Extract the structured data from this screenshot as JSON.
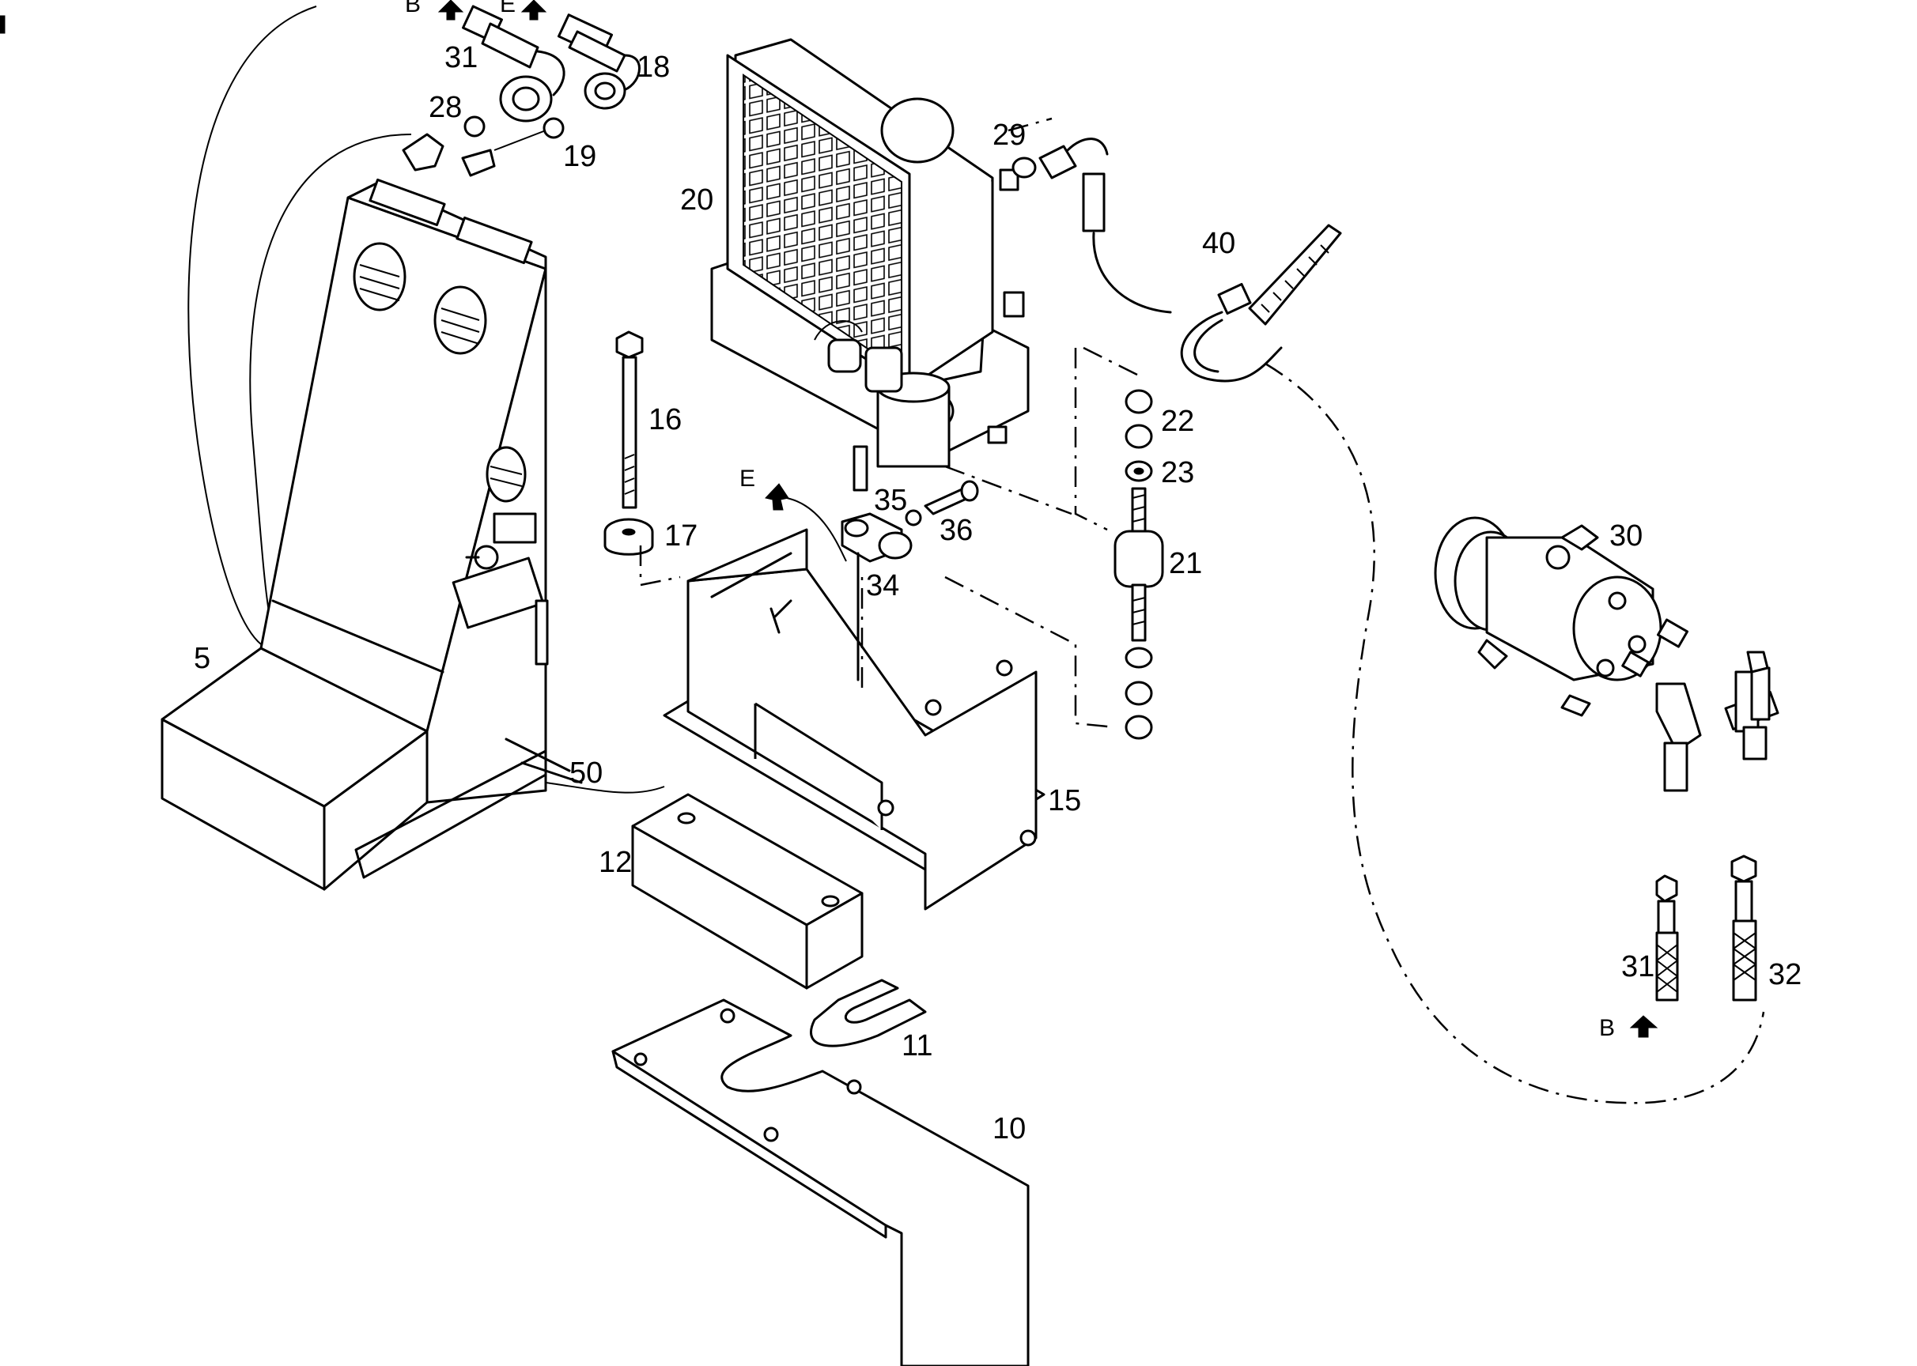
{
  "diagram": {
    "part_labels": [
      "5",
      "10",
      "11",
      "12",
      "15",
      "16",
      "17",
      "18",
      "19",
      "20",
      "21",
      "22",
      "23",
      "28",
      "29",
      "30",
      "31",
      "32",
      "34",
      "35",
      "36",
      "40",
      "50"
    ],
    "extra_labels": [
      "31"
    ],
    "direction_labels": [
      "B",
      "E",
      "E",
      "B"
    ]
  }
}
